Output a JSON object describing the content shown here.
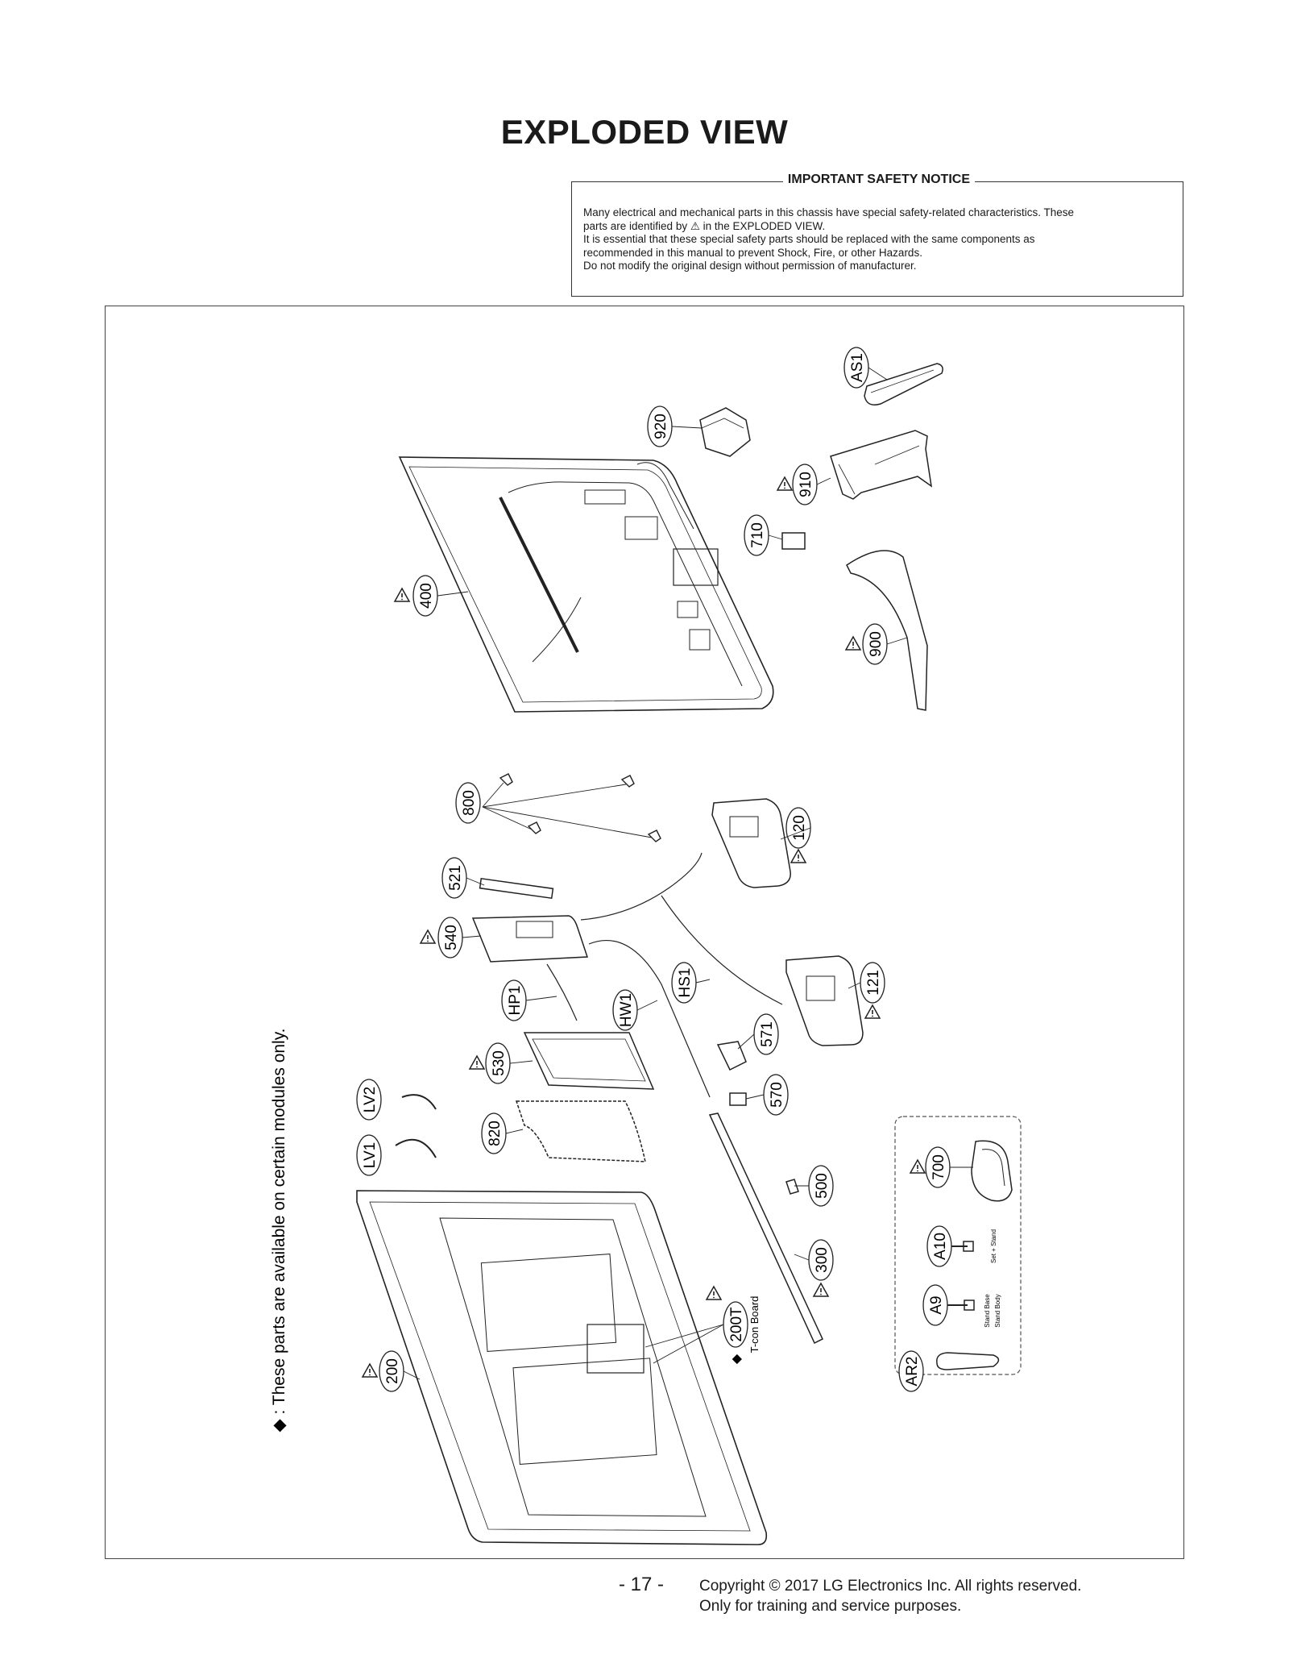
{
  "page": {
    "title": "EXPLODED VIEW",
    "page_number": "- 17 -",
    "copyright_line1": "Copyright © 2017 LG Electronics Inc. All rights reserved.",
    "copyright_line2": "Only for training and service purposes."
  },
  "notice": {
    "title": "IMPORTANT SAFETY NOTICE",
    "line1": "Many electrical and mechanical parts in this chassis have special safety-related characteristics. These",
    "line2": "parts are identified by ⚠ in the EXPLODED VIEW.",
    "line3": "It is essential that these special safety parts should be replaced with the same components as",
    "line4": "recommended in this manual to prevent Shock, Fire, or other Hazards.",
    "line5": "Do not modify the original design without permission of manufacturer."
  },
  "diagram": {
    "side_note": "◆ : These parts are available on certain modules only.",
    "tcon_label": "T-con Board",
    "diamond_mark": "◆",
    "callouts": {
      "as1": "AS1",
      "p920": "920",
      "p910": "910",
      "p710": "710",
      "p400": "400",
      "p900": "900",
      "p800": "800",
      "p120": "120",
      "p521": "521",
      "p540": "540",
      "hs1": "HS1",
      "p121": "121",
      "hp1": "HP1",
      "hw1": "HW1",
      "p571": "571",
      "p530": "530",
      "p570": "570",
      "lv2": "LV2",
      "p820": "820",
      "lv1": "LV1",
      "p700": "700",
      "p500": "500",
      "a10": "A10",
      "p300": "300",
      "a9": "A9",
      "p200t": "200T",
      "p200": "200",
      "ar2": "AR2"
    },
    "accessory_labels": {
      "set_stand": "Set + Stand",
      "stand_base": "Stand Base",
      "stand_body": "Stand Body"
    }
  }
}
